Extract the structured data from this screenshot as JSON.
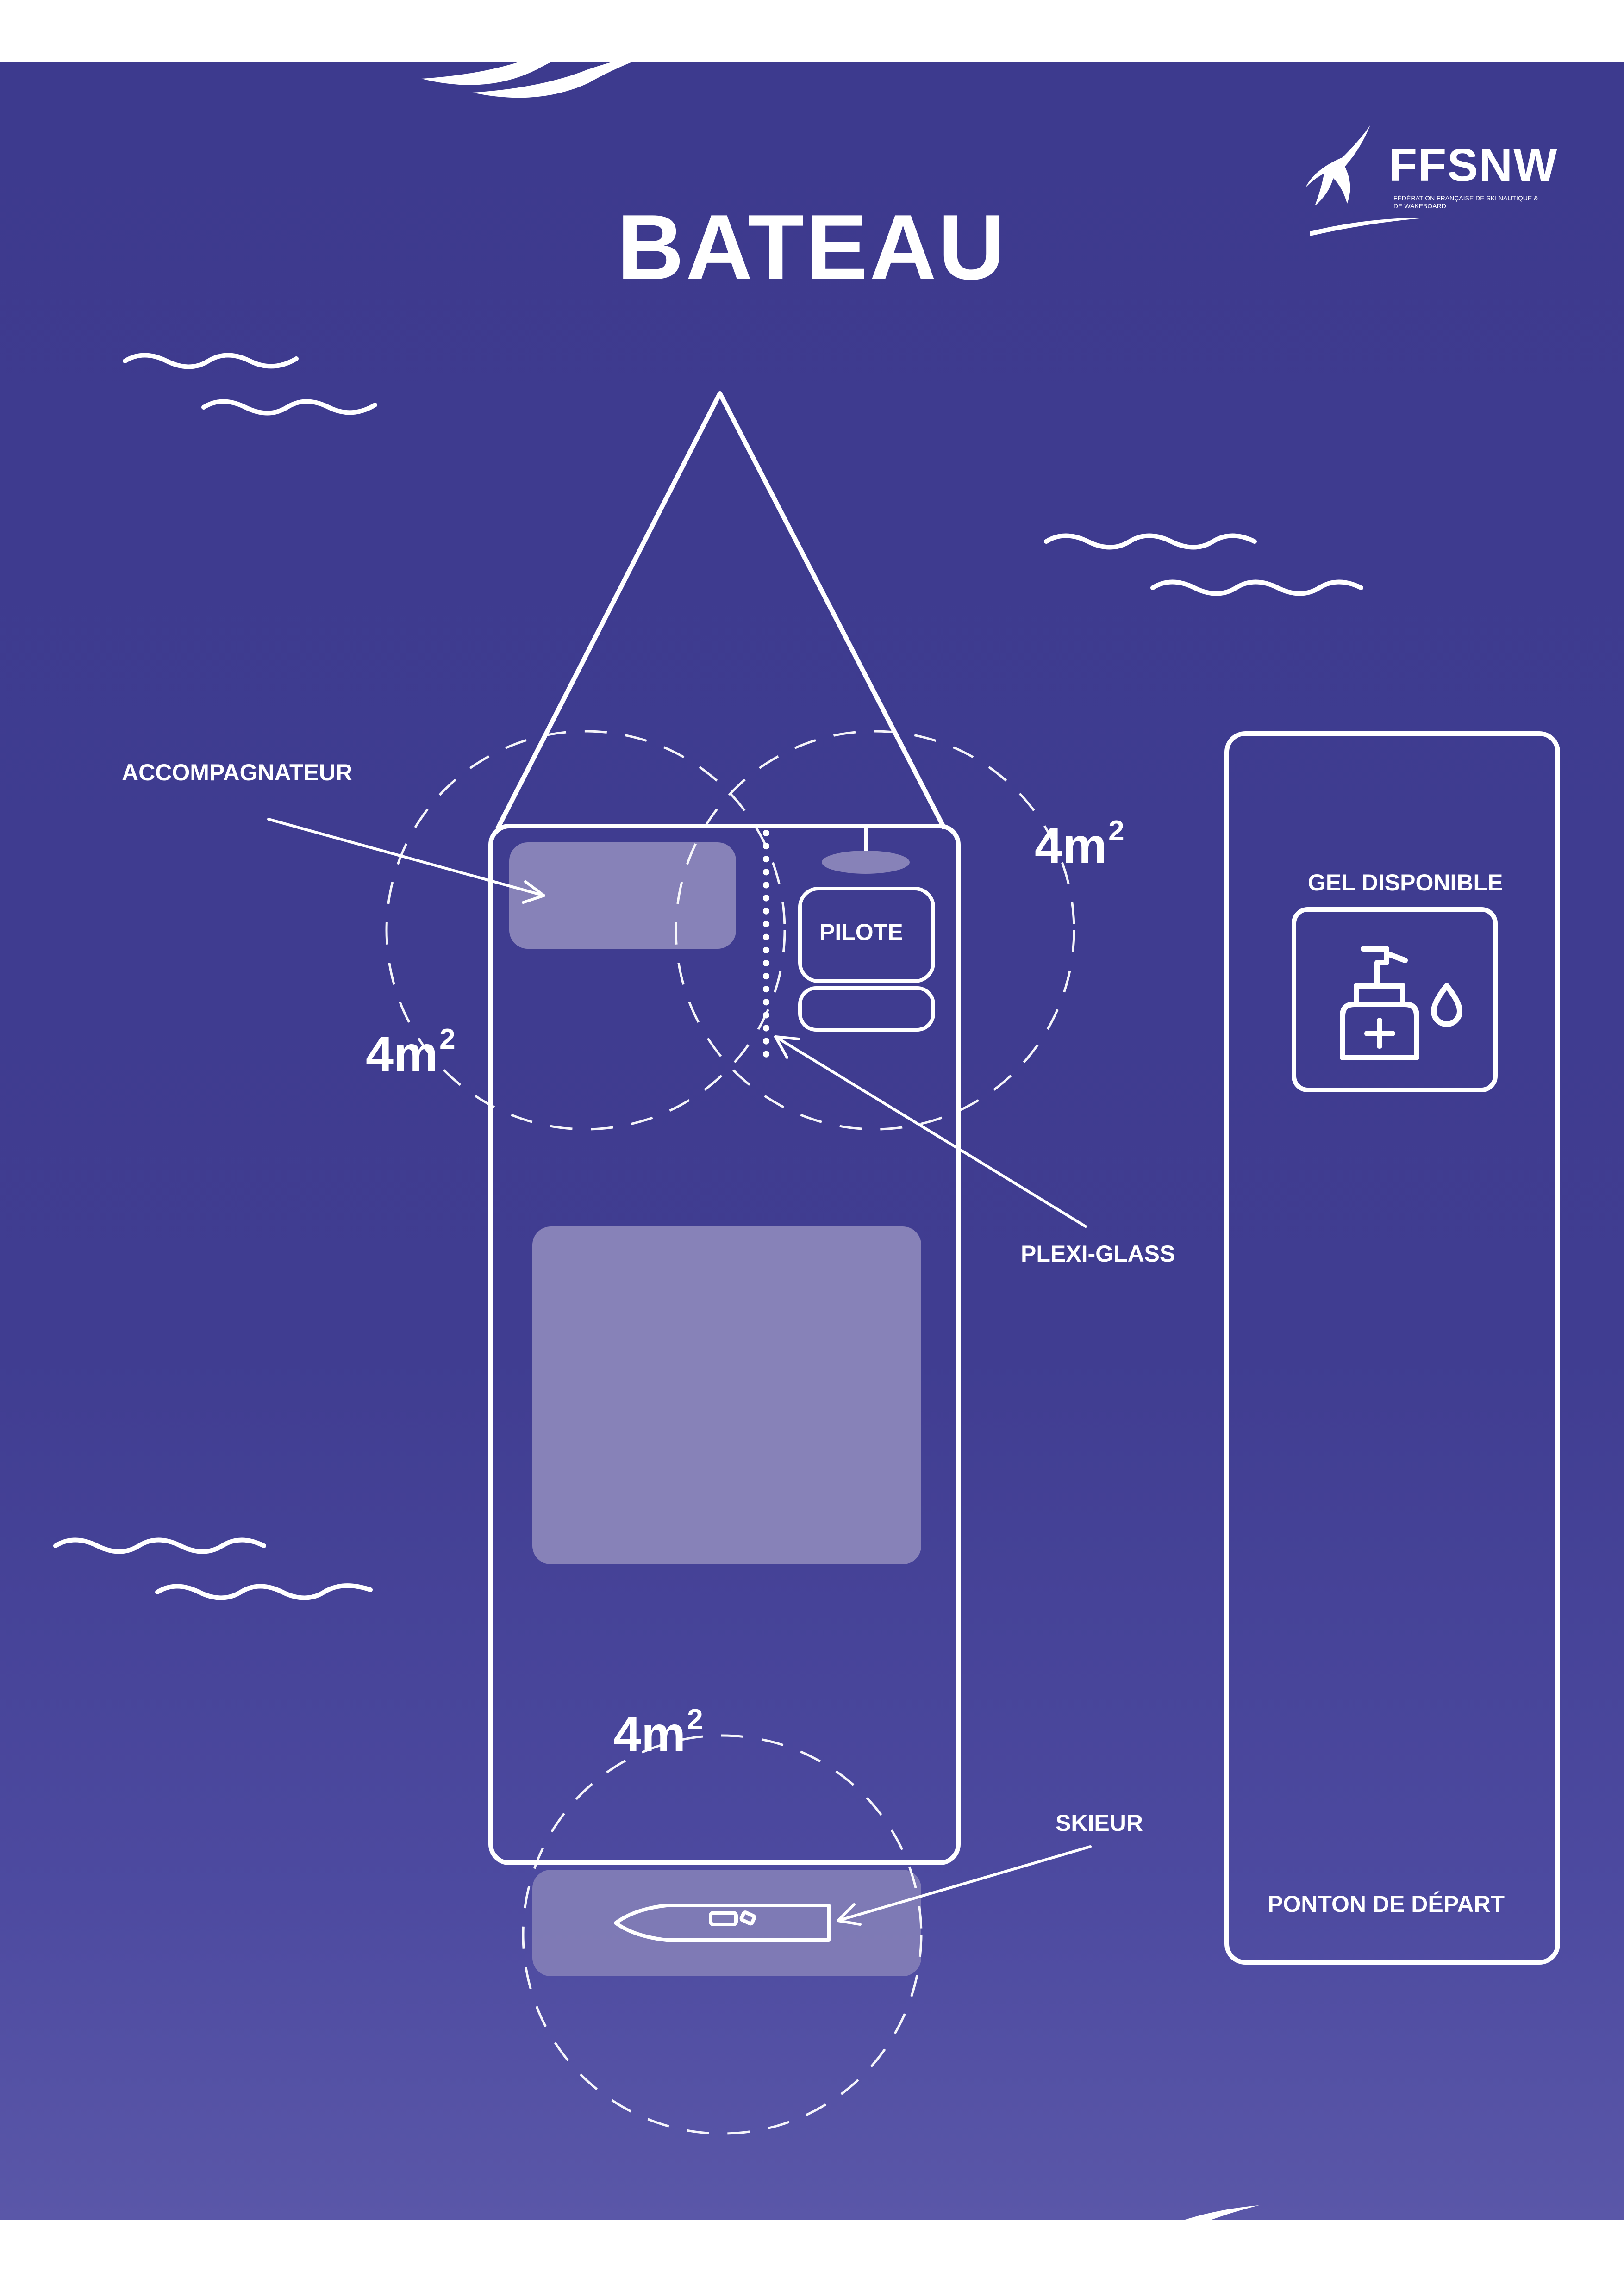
{
  "title": "BATEAU",
  "logo": {
    "name": "FFSNW",
    "subtitle": "FÉDÉRATION FRANÇAISE DE SKI NAUTIQUE & DE WAKEBOARD"
  },
  "labels": {
    "accompagnateur": "ACCOMPAGNATEUR",
    "pilote": "PILOTE",
    "plexi_glass": "PLEXI-GLASS",
    "skieur": "SKIEUR",
    "gel": "GEL DISPONIBLE",
    "ponton": "PONTON DE DÉPART"
  },
  "areas": {
    "left": {
      "value": "4m",
      "exp": "2"
    },
    "right": {
      "value": "4m",
      "exp": "2"
    },
    "bottom": {
      "value": "4m",
      "exp": "2"
    }
  },
  "icons": [
    "hand-sanitizer-icon",
    "ski-icon",
    "wave-icon"
  ],
  "colors": {
    "background": "#3f3c90",
    "line": "#ffffff",
    "seat_fill": "#8782b8"
  }
}
